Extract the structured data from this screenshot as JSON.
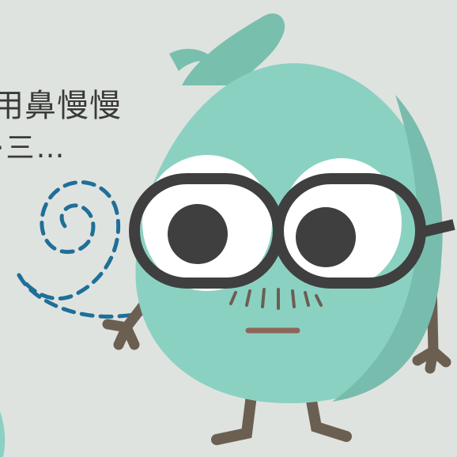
{
  "caption": {
    "line1": "用鼻慢慢",
    "line2": "·三…"
  },
  "colors": {
    "background": "#dfe3df",
    "body": "#8bd1c2",
    "body_shade": "#78bcad",
    "hair": "#79bfae",
    "limbs": "#6b5f52",
    "glasses": "#3f3f3f",
    "pupil": "#3f3f3f",
    "mouth": "#8e6659",
    "breath_arrow": "#1f6f98"
  },
  "icons": [
    "breath-spiral-arrow",
    "mascot-character",
    "glasses-icon"
  ]
}
